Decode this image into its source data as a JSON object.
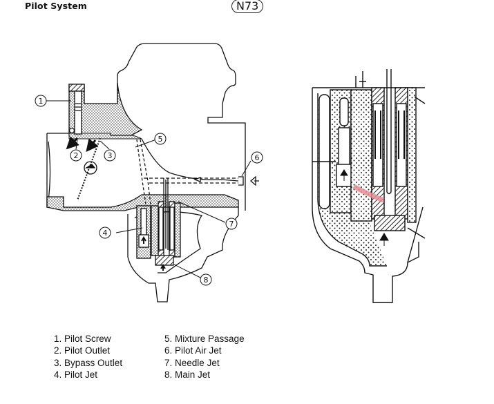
{
  "header": {
    "title": "Pilot System",
    "code": "N73"
  },
  "callouts": [
    "1",
    "2",
    "3",
    "4",
    "5",
    "6",
    "7",
    "8"
  ],
  "legend": {
    "left": [
      {
        "num": "1.",
        "label": "Pilot Screw"
      },
      {
        "num": "2.",
        "label": "Pilot Outlet"
      },
      {
        "num": "3.",
        "label": "Bypass Outlet"
      },
      {
        "num": "4.",
        "label": "Pilot Jet"
      }
    ],
    "right": [
      {
        "num": "5.",
        "label": "Mixture Passage"
      },
      {
        "num": "6.",
        "label": "Pilot Air Jet"
      },
      {
        "num": "7.",
        "label": "Needle Jet"
      },
      {
        "num": "8.",
        "label": "Main Jet"
      }
    ]
  },
  "colors": {
    "ink": "#111111",
    "highlight": "#e88c94"
  }
}
